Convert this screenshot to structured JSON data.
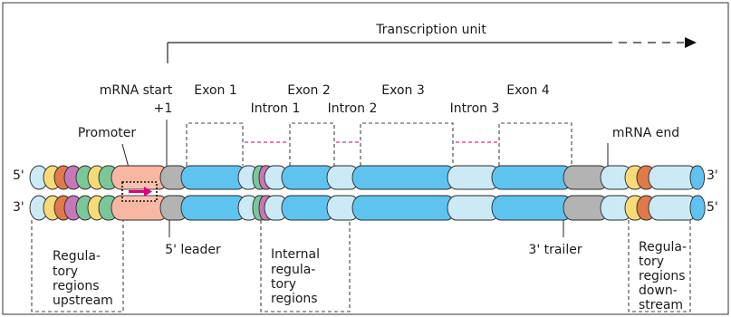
{
  "title": "Transcription unit",
  "mrna_start": {
    "line1": "mRNA start",
    "line2": "+1"
  },
  "exons": [
    "Exon 1",
    "Exon 2",
    "Exon 3",
    "Exon 4"
  ],
  "introns": [
    "Intron 1",
    "Intron 2",
    "Intron 3"
  ],
  "promoter": "Promoter",
  "mrna_end": "mRNA end",
  "strand_ends": {
    "top_left": "5'",
    "top_right": "3'",
    "bottom_left": "3'",
    "bottom_right": "5'"
  },
  "leader": "5' leader",
  "trailer": "3' trailer",
  "regulatory_upstream": [
    "Regula-",
    "tory",
    "regions",
    "upstream"
  ],
  "internal_regulatory": [
    "Internal",
    "regula-",
    "tory",
    "regions"
  ],
  "regulatory_downstream": [
    "Regula-",
    "tory",
    "regions",
    "down-",
    "stream"
  ],
  "colors": {
    "exon_blue": "#5fc3f0",
    "intron_light": "#cce9f6",
    "promoter_pink": "#f7b7a3",
    "leader_gray": "#b3b3b3",
    "yellow": "#f7da7a",
    "orange": "#e07a4a",
    "purple": "#c878b8",
    "green": "#7cc79a",
    "magenta_arrow": "#e0007a",
    "intron_link": "#d0308a"
  }
}
